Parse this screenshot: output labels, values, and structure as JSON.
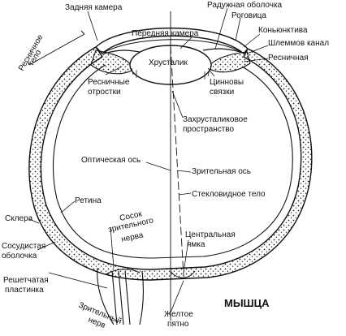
{
  "labels": {
    "zadnyaya_kamera": "Задняя камера",
    "raduzhnaya": "Радужная оболочка",
    "rogovitsa": "Роговица",
    "perednyaya_kamera": "Передняя камера",
    "konyunktiva": "Коньюнктива",
    "shlemmov_l1": "Шлеммов канал",
    "resnichnaya": "Ресничная",
    "resnichnoe_l1": "Ресничное",
    "resnichnoe_l2": "тело",
    "khrustalik": "Хрусталик",
    "resn_otrostki_l1": "Ресничные",
    "resn_otrostki_l2": "отростки",
    "tsinnovy_l1": "Цинновы",
    "tsinnovy_l2": "связки",
    "zakhrust_l1": "Захрусталиковое",
    "zakhrust_l2": "пространство",
    "opticheskaya_os": "Оптическая ось",
    "zritelnaya_os": "Зрительная ось",
    "steklovidnoe": "Стекловидное тело",
    "retina": "Ретина",
    "sklera": "Склера",
    "sosok_l1": "Сосок",
    "sosok_l2": "зрительного",
    "sosok_l3": "нерва",
    "sosud_l1": "Сосудистая",
    "sosud_l2": "оболочка",
    "tsentr_l1": "Центральная",
    "tsentr_l2": "ямка",
    "reshet_l1": "Решетчатая",
    "reshet_l2": "пластинка",
    "zritelny_l1": "Зрительный",
    "zritelny_l2": "нерв",
    "zheltoe_l1": "Желтое",
    "zheltoe_l2": "пятно",
    "species": "МЫШЦА"
  }
}
